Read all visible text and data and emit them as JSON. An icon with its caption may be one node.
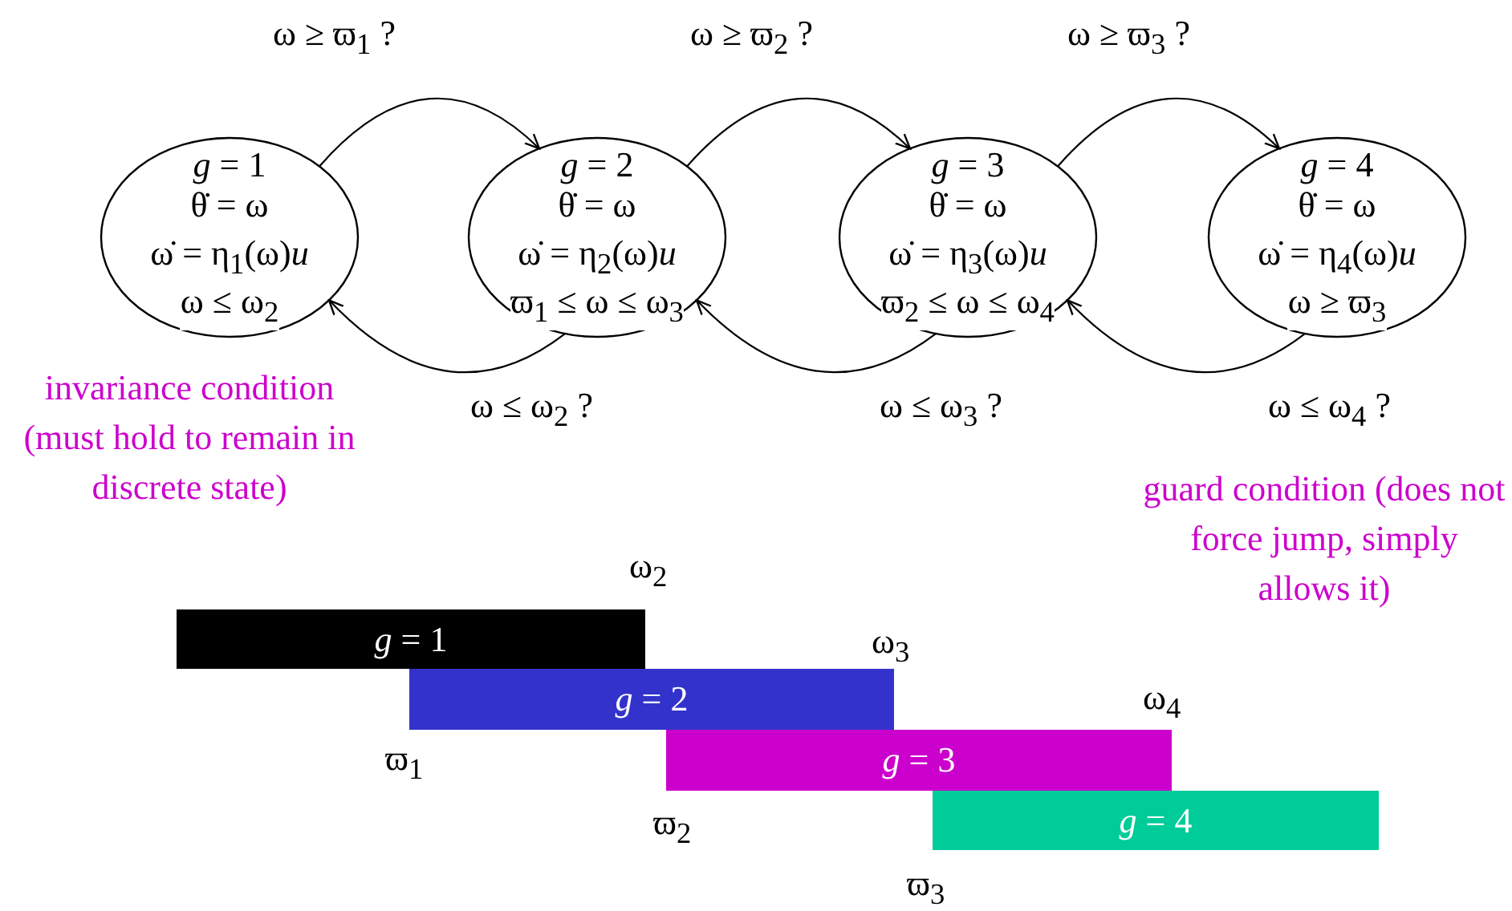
{
  "diagram": {
    "nodes": [
      {
        "text": [
          "*g* = 1",
          "θ̇ = ω",
          "ω̇ = η$_{1}$(ω)*u*",
          "ω ≤ ω$_{2}$"
        ]
      },
      {
        "text": [
          "*g* = 2",
          "θ̇ = ω",
          "ω̇ = η$_{2}$(ω)*u*",
          "ϖ$_{1}$ ≤ ω ≤ ω$_{3}$"
        ]
      },
      {
        "text": [
          "*g* = 3",
          "θ̇ = ω",
          "ω̇ = η$_{3}$(ω)*u*",
          "ϖ$_{2}$ ≤ ω ≤ ω$_{4}$"
        ]
      },
      {
        "text": [
          "*g* = 4",
          "θ̇ = ω",
          "ω̇ = η$_{4}$(ω)*u*",
          "ω ≥ ϖ$_{3}$"
        ]
      },
      {
        "text": [
          "*g* = 1"
        ]
      },
      {
        "text": [
          "*g* = 2"
        ]
      },
      {
        "text": [
          "*g* = 3"
        ]
      },
      {
        "text": [
          "*g* = 4"
        ]
      }
    ],
    "edges": [
      {
        "from": 0,
        "to": 1,
        "arrow": "to",
        "label": "ω ≥ ϖ$_{1}$ ?"
      },
      {
        "from": 1,
        "to": 2,
        "arrow": "to",
        "label": "ω ≥ ϖ$_{2}$ ?"
      },
      {
        "from": 2,
        "to": 3,
        "arrow": "to",
        "label": "ω ≥ ϖ$_{3}$ ?"
      },
      {
        "from": 1,
        "to": 0,
        "arrow": "to",
        "label": "ω ≤ ω$_{2}$ ?"
      },
      {
        "from": 2,
        "to": 1,
        "arrow": "to",
        "label": "ω ≤ ω$_{3}$ ?"
      },
      {
        "from": 3,
        "to": 2,
        "arrow": "to",
        "label": "ω ≤ ω$_{4}$ ?"
      }
    ],
    "labels": [
      "invariance condition (must hold to remain in discrete state)",
      "guard condition (does not force jump, simply allows it)",
      "ω$_{2}$",
      "ω$_{3}$",
      "ω$_{4}$",
      "ϖ$_{1}$",
      "ϖ$_{2}$",
      "ϖ$_{3}$"
    ]
  }
}
